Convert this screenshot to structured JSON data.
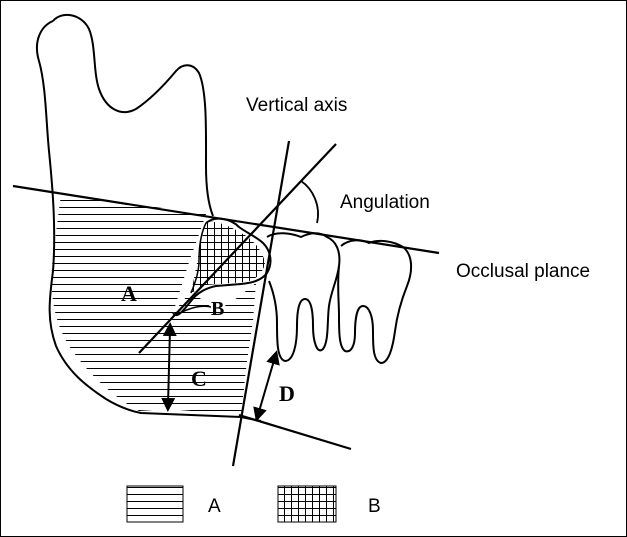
{
  "labels": {
    "vertical_axis": "Vertical axis",
    "angulation": "Angulation",
    "occlusal_plane": "Occlusal plance",
    "region_a": "A",
    "region_b": "B",
    "distance_c": "C",
    "distance_d": "D"
  },
  "legend": {
    "a_label": "A",
    "b_label": "B",
    "a_pattern": "horizontal-lines",
    "b_pattern": "grid"
  },
  "colors": {
    "line": "#000000",
    "background": "#ffffff"
  }
}
